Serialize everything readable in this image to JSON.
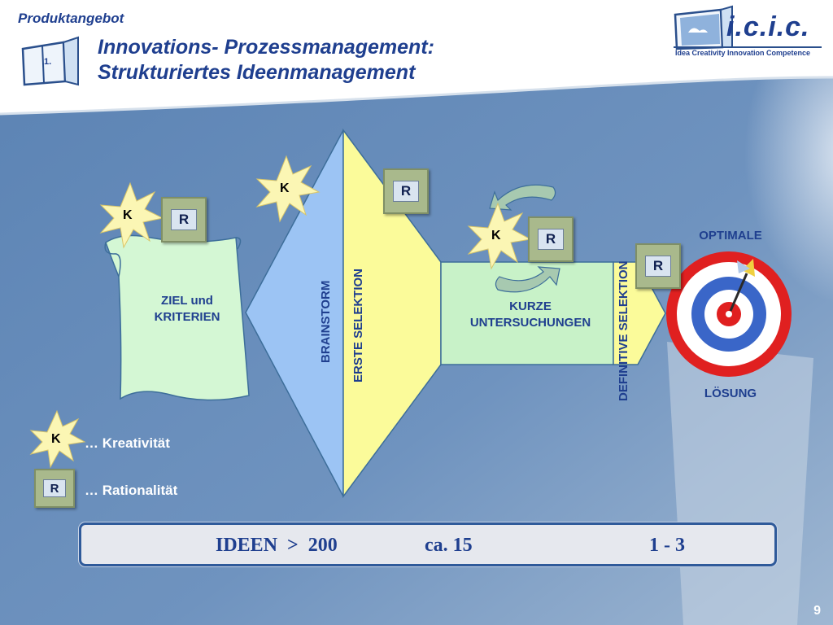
{
  "header": {
    "top_label": "Produktangebot",
    "step_number": "1.",
    "title_line1": "Innovations- Prozessmanagement:",
    "title_line2": "Strukturiertes Ideenmanagement"
  },
  "logo": {
    "name": "i.c.i.c.",
    "tagline": "Idea Creativity Innovation Competence"
  },
  "diagram": {
    "scroll_label_line1": "ZIEL und",
    "scroll_label_line2": "KRITERIEN",
    "brainstorm": "BRAINSTORM",
    "erste_selektion": "ERSTE SELEKTION",
    "kurze_line1": "KURZE",
    "kurze_line2": "UNTERSUCHUNGEN",
    "definitive_selektion": "DEFINITIVE SELEKTION",
    "optimale": "OPTIMALE",
    "loesung": "LÖSUNG",
    "k_letter": "K",
    "r_letter": "R"
  },
  "legend": {
    "k_text": "… Kreativität",
    "r_text": "… Rationalität"
  },
  "ideen_bar": {
    "label": "IDEEN  >  200",
    "middle": "ca. 15",
    "right": "1 - 3"
  },
  "colors": {
    "title_blue": "#1f3f8f",
    "brainstorm_fill": "#9cc4f4",
    "selektion_fill": "#fbfb9a",
    "untersuchung_fill": "#c8f2c8",
    "scroll_fill": "#d4f7d4",
    "target_red": "#e02020",
    "target_blue": "#3a66c8"
  },
  "page_number": "9"
}
